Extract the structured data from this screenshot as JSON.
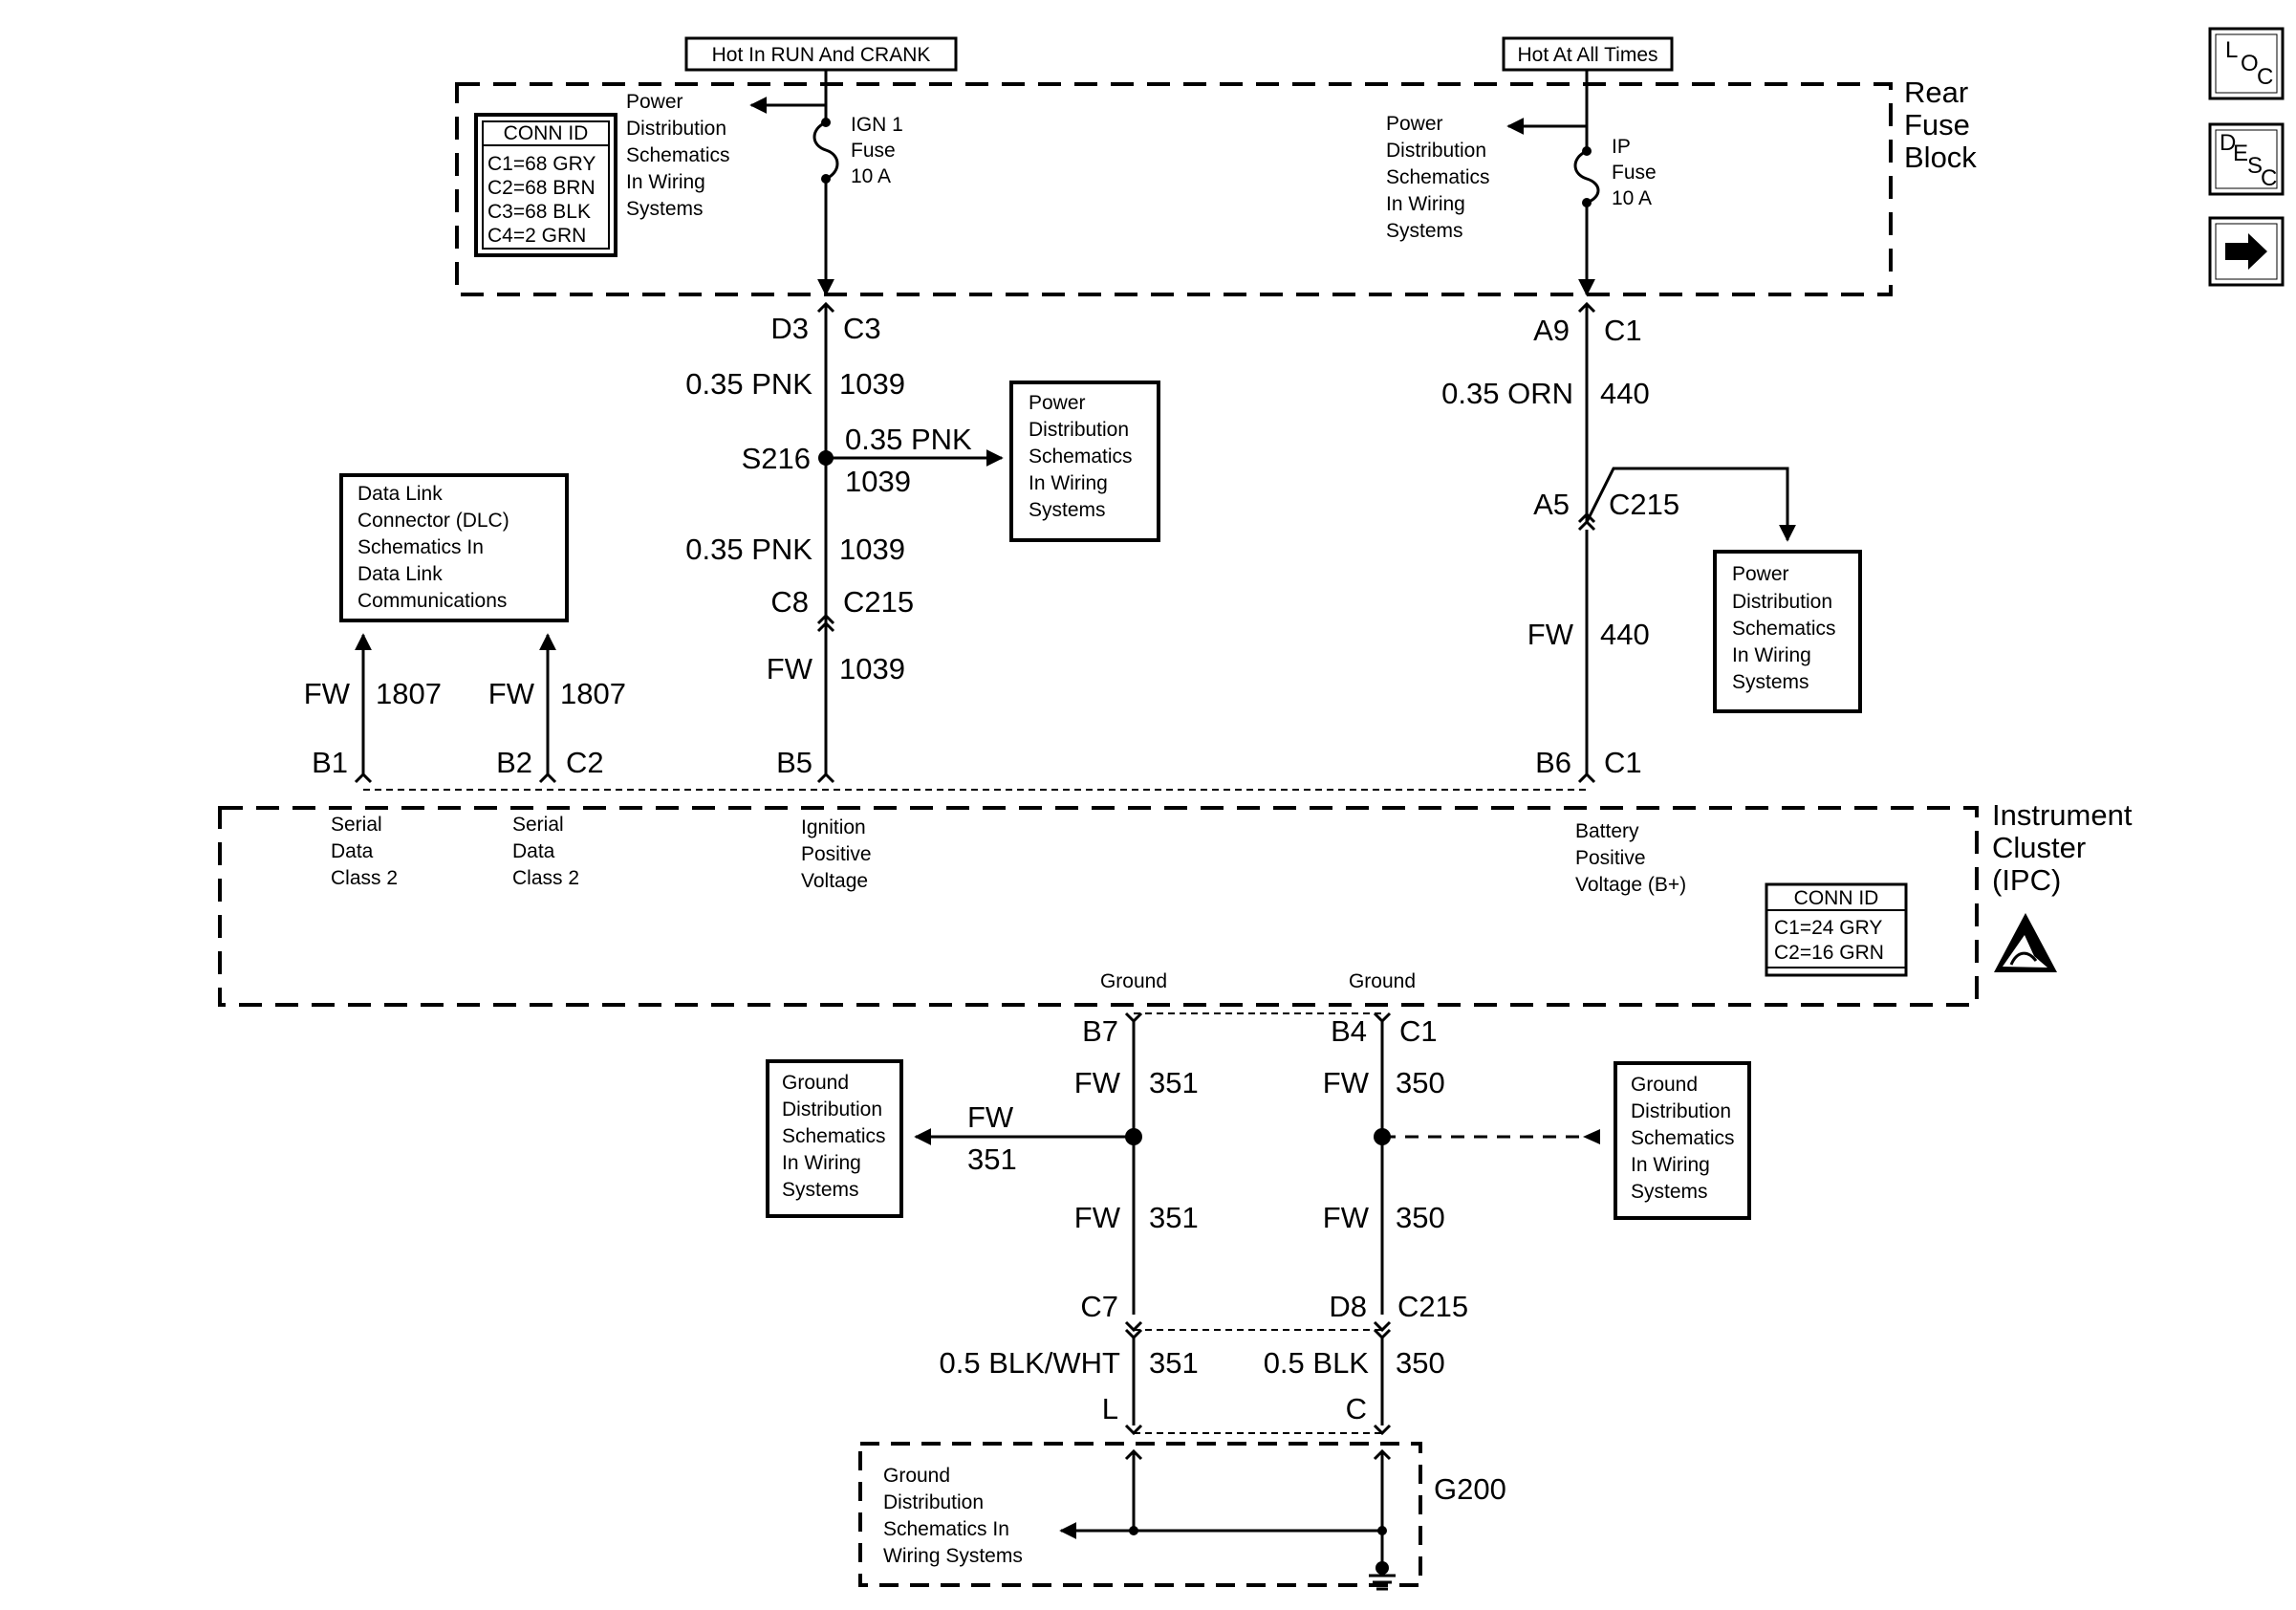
{
  "power": {
    "hot_run_crank": "Hot In RUN And CRANK",
    "hot_all_times": "Hot At All Times"
  },
  "rear_fuse_block": {
    "name_line1": "Rear",
    "name_line2": "Fuse",
    "name_line3": "Block",
    "conn_id_title": "CONN ID",
    "conn_ids": [
      "C1=68 GRY",
      "C2=68 BRN",
      "C3=68 BLK",
      "C4=2 GRN"
    ],
    "ign1_fuse": [
      "IGN 1",
      "Fuse",
      "10 A"
    ],
    "ip_fuse": [
      "IP",
      "Fuse",
      "10 A"
    ],
    "power_dist_left": [
      "Power",
      "Distribution",
      "Schematics",
      "In Wiring",
      "Systems"
    ],
    "power_dist_right": [
      "Power",
      "Distribution",
      "Schematics",
      "In Wiring",
      "Systems"
    ]
  },
  "ign_circuit": {
    "top_pin": "D3",
    "top_conn": "C3",
    "wire1_color": "0.35 PNK",
    "wire1_num": "1039",
    "splice": "S216",
    "branch_color": "0.35 PNK",
    "branch_num": "1039",
    "wire2_color": "0.35 PNK",
    "wire2_num": "1039",
    "mid_pin": "C8",
    "mid_conn": "C215",
    "wire3_color": "FW",
    "wire3_num": "1039",
    "ipc_pin": "B5",
    "ref_box": [
      "Power",
      "Distribution",
      "Schematics",
      "In Wiring",
      "Systems"
    ]
  },
  "batt_circuit": {
    "top_pin": "A9",
    "top_conn": "C1",
    "wire1_color": "0.35 ORN",
    "wire1_num": "440",
    "mid_pin": "A5",
    "mid_conn": "C215",
    "wire2_color": "FW",
    "wire2_num": "440",
    "ipc_pin": "B6",
    "ipc_conn": "C1",
    "ref_box": [
      "Power",
      "Distribution",
      "Schematics",
      "In Wiring",
      "Systems"
    ]
  },
  "serial_data": {
    "dlc_box": [
      "Data Link",
      "Connector (DLC)",
      "Schematics In",
      "Data Link",
      "Communications"
    ],
    "w1_color": "FW",
    "w1_num": "1807",
    "w2_color": "FW",
    "w2_num": "1807",
    "pin1": "B1",
    "pin2": "B2",
    "pin2_conn": "C2"
  },
  "ipc": {
    "name_line1": "Instrument",
    "name_line2": "Cluster",
    "name_line3": "(IPC)",
    "serial1": [
      "Serial",
      "Data",
      "Class 2"
    ],
    "serial2": [
      "Serial",
      "Data",
      "Class 2"
    ],
    "ign_label": [
      "Ignition",
      "Positive",
      "Voltage"
    ],
    "batt_label": [
      "Battery",
      "Positive",
      "Voltage (B+)"
    ],
    "conn_id_title": "CONN ID",
    "conn_ids": [
      "C1=24 GRY",
      "C2=16 GRN"
    ],
    "ground1": "Ground",
    "ground2": "Ground"
  },
  "ground_circuits": {
    "left_pin": "B7",
    "right_pin": "B4",
    "right_conn": "C1",
    "l_w1_color": "FW",
    "l_w1_num": "351",
    "r_w1_color": "FW",
    "r_w1_num": "350",
    "l_branch_color": "FW",
    "l_branch_num": "351",
    "l_w2_color": "FW",
    "l_w2_num": "351",
    "r_w2_color": "FW",
    "r_w2_num": "350",
    "l_c215_pin": "C7",
    "r_c215_pin": "D8",
    "r_c215_conn": "C215",
    "l_w3_color": "0.5 BLK/WHT",
    "l_w3_num": "351",
    "r_w3_color": "0.5 BLK",
    "r_w3_num": "350",
    "l_g_pin": "L",
    "r_g_pin": "C",
    "ground_ref_left": [
      "Ground",
      "Distribution",
      "Schematics",
      "In Wiring",
      "Systems"
    ],
    "ground_ref_right": [
      "Ground",
      "Distribution",
      "Schematics",
      "In Wiring",
      "Systems"
    ],
    "g200_ref": [
      "Ground",
      "Distribution",
      "Schematics In",
      "Wiring Systems"
    ],
    "g200": "G200"
  },
  "nav": {
    "loc": [
      "L",
      "O",
      "C"
    ],
    "desc": [
      "D",
      "E",
      "S",
      "C"
    ]
  }
}
